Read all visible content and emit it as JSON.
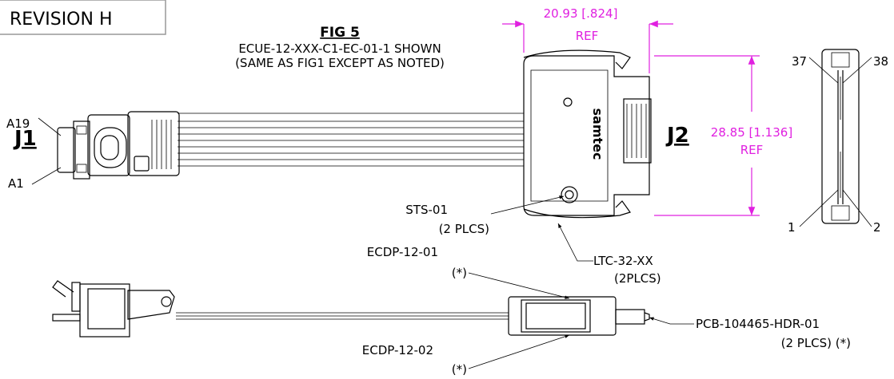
{
  "revision": "REVISION H",
  "figure": {
    "title": "FIG 5",
    "line1": "ECUE-12-XXX-C1-EC-01-1 SHOWN",
    "line2": "(SAME AS FIG1 EXCEPT AS NOTED)"
  },
  "j1": {
    "label": "J1",
    "pin_top": "A19",
    "pin_bottom": "A1"
  },
  "j2": {
    "label": "J2",
    "width_dim": "20.93",
    "width_dim_in": ".824",
    "width_ref": "REF",
    "height_dim": "28.85",
    "height_dim_in": "1.136",
    "height_ref": "REF",
    "brand": "samtec"
  },
  "end_view": {
    "pin_tl": "37",
    "pin_tr": "38",
    "pin_bl": "1",
    "pin_br": "2"
  },
  "callouts": {
    "sts_line1": "STS-01",
    "sts_line2": "(2 PLCS)",
    "ltc_line1": "LTC-32-XX",
    "ltc_line2": "(2PLCS)",
    "ecdp1_line1": "ECDP-12-01",
    "ecdp1_line2": "(*)",
    "ecdp2_line1": "ECDP-12-02",
    "ecdp2_line2": "(*)",
    "pcb_line1": "PCB-104465-HDR-01",
    "pcb_line2": "(2 PLCS) (*)"
  },
  "colors": {
    "dimension": "#e020e0",
    "line": "#000000"
  }
}
